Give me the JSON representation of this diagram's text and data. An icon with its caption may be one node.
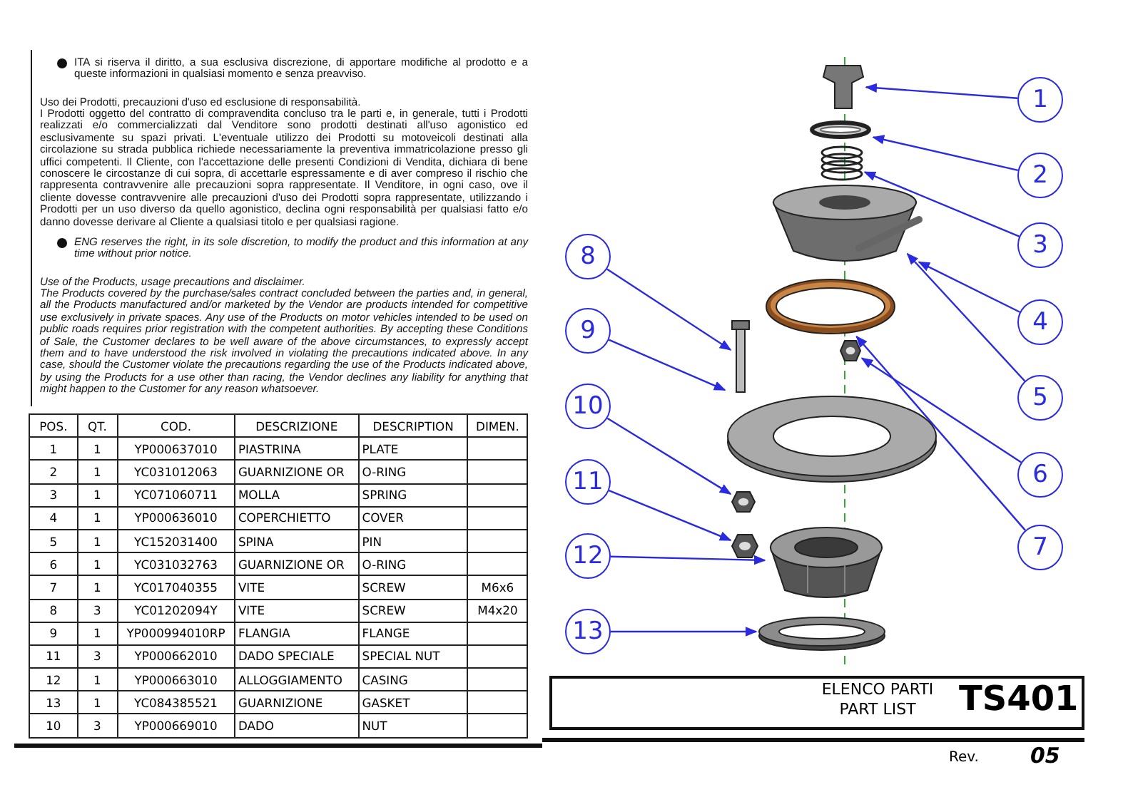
{
  "diagram": {
    "nodes": [
      {
        "text": [
          "1"
        ]
      },
      {
        "text": [
          "2"
        ]
      },
      {
        "text": [
          "3"
        ]
      },
      {
        "text": [
          "4"
        ]
      },
      {
        "text": [
          "5"
        ]
      },
      {
        "text": [
          "6"
        ]
      },
      {
        "text": [
          "7"
        ]
      },
      {
        "text": [
          "8"
        ]
      },
      {
        "text": [
          "9"
        ]
      },
      {
        "text": [
          "10"
        ]
      },
      {
        "text": [
          "11"
        ]
      },
      {
        "text": [
          "12"
        ]
      },
      {
        "text": [
          "13"
        ]
      },
      {
        "text": [],
        "shape": "picture"
      },
      {
        "text": [],
        "shape": "picture"
      },
      {
        "text": [],
        "shape": "picture"
      },
      {
        "text": [],
        "shape": "picture"
      },
      {
        "text": [],
        "shape": "picture"
      },
      {
        "text": [],
        "shape": "picture"
      },
      {
        "text": [],
        "shape": "picture"
      },
      {
        "text": [],
        "shape": "picture"
      },
      {
        "text": [],
        "shape": "picture"
      },
      {
        "text": [],
        "shape": "picture"
      },
      {
        "text": [],
        "shape": "picture"
      },
      {
        "text": [],
        "shape": "picture"
      },
      {
        "text": [],
        "shape": "picture"
      }
    ],
    "edges": [
      {
        "from": 0,
        "to": 13,
        "arrow": "to"
      },
      {
        "from": 1,
        "to": 14,
        "arrow": "to"
      },
      {
        "from": 2,
        "to": 15,
        "arrow": "to"
      },
      {
        "from": 3,
        "to": 16,
        "arrow": "to"
      },
      {
        "from": 4,
        "to": 17,
        "arrow": "to"
      },
      {
        "from": 5,
        "to": 18,
        "arrow": "to"
      },
      {
        "from": 6,
        "to": 19,
        "arrow": "to"
      },
      {
        "from": 7,
        "to": 20,
        "arrow": "to"
      },
      {
        "from": 8,
        "to": 21,
        "arrow": "to"
      },
      {
        "from": 9,
        "to": 22,
        "arrow": "to"
      },
      {
        "from": 10,
        "to": 23,
        "arrow": "to"
      },
      {
        "from": 11,
        "to": 24,
        "arrow": "to"
      },
      {
        "from": 12,
        "to": 25,
        "arrow": "to"
      }
    ],
    "labels": [
      "ITA si riserva il diritto, a sua esclusiva discrezione, di apportare modifiche al prodotto e a queste informazioni in qualsiasi momento e senza preavviso.",
      "Uso dei Prodotti, precauzioni d'uso ed esclusione di responsabilità.",
      "I Prodotti oggetto del contratto di compravendita concluso tra le parti e, in generale, tutti i Prodotti realizzati e/o commercializzati dal Venditore sono prodotti destinati all'uso agonistico ed esclusivamente su spazi privati. L'eventuale utilizzo dei Prodotti su motoveicoli destinati alla circolazione su strada pubblica richiede necessariamente la preventiva immatricolazione presso gli uffici competenti. Il Cliente, con l'accettazione delle presenti Condizioni di Vendita, dichiara di bene conoscere le circostanze di cui sopra, di accettarle espressamente e di aver compreso il rischio che rappresenta contravvenire alle precauzioni sopra rappresentate. Il Venditore, in ogni caso, ove il cliente dovesse contravvenire alle precauzioni d'uso dei Prodotti sopra rappresentate, utilizzando i Prodotti per un uso diverso da quello agonistico, declina ogni responsabilità per qualsiasi fatto e/o danno dovesse derivare al Cliente a qualsiasi titolo e per qualsiasi ragione.",
      "ENG reserves the right, in its sole discretion, to modify the product and this information at any time without prior notice.",
      "Use of the Products, usage precautions and disclaimer.",
      "The Products covered by the purchase/sales contract concluded between the parties and, in general, all the Products manufactured and/or marketed by the Vendor are products intended for competitive use exclusively in private spaces. Any use of the Products on motor vehicles intended to be used on public roads requires prior registration with the competent authorities. By accepting these Conditions of Sale, the Customer declares to be well aware of the above circumstances, to expressly accept them and to have understood the risk involved in violating the precautions indicated above. In any case, should the Customer violate the precautions regarding the use of the Products indicated above, by using the Products for a use other than racing, the Vendor declines any liability for anything that might happen to the Customer for any reason whatsoever.",
      "POS.",
      "QT.",
      "COD.",
      "DESCRIZIONE",
      "DESCRIPTION",
      "DIMEN.",
      "1",
      "1",
      "YP000637010",
      "PIASTRINA",
      "PLATE",
      "2",
      "1",
      "YC031012063",
      "GUARNIZIONE OR",
      "O-RING",
      "3",
      "1",
      "YC071060711",
      "MOLLA",
      "SPRING",
      "4",
      "1",
      "YP000636010",
      "COPERCHIETTO",
      "COVER",
      "5",
      "1",
      "YC152031400",
      "SPINA",
      "PIN",
      "6",
      "1",
      "YC031032763",
      "GUARNIZIONE OR",
      "O-RING",
      "7",
      "1",
      "YC017040355",
      "VITE",
      "SCREW",
      "M6x6",
      "8",
      "3",
      "YC01202094Y",
      "VITE",
      "SCREW",
      "M4x20",
      "9",
      "1",
      "YP000994010RP",
      "FLANGIA",
      "FLANGE",
      "11",
      "3",
      "YP000662010",
      "DADO SPECIALE",
      "SPECIAL NUT",
      "12",
      "1",
      "YP000663010",
      "ALLOGGIAMENTO",
      "CASING",
      "13",
      "1",
      "YC084385521",
      "GUARNIZIONE",
      "GASKET",
      "10",
      "3",
      "YP000669010",
      "DADO",
      "NUT",
      "ELENCO PARTI",
      "PART LIST",
      "TS401",
      "Rev.",
      "05"
    ]
  }
}
